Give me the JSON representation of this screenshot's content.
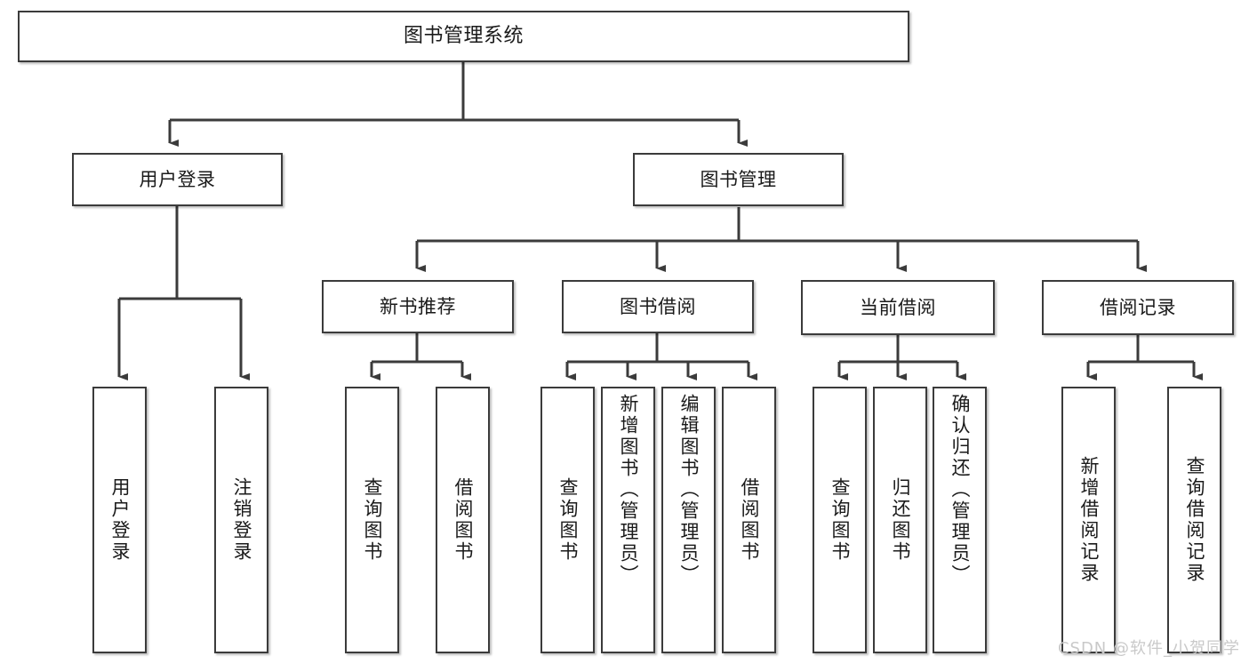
{
  "diagram": {
    "type": "tree",
    "title": "图书管理系统",
    "root": {
      "label": "图书管理系统"
    },
    "level1": [
      {
        "label": "用户登录"
      },
      {
        "label": "图书管理"
      }
    ],
    "level2": [
      {
        "label": "新书推荐"
      },
      {
        "label": "图书借阅"
      },
      {
        "label": "当前借阅"
      },
      {
        "label": "借阅记录"
      }
    ],
    "leaves": {
      "user_login": [
        {
          "label": "用户登录"
        },
        {
          "label": "注销登录"
        }
      ],
      "new_book_recommend": [
        {
          "label": "查询图书"
        },
        {
          "label": "借阅图书"
        }
      ],
      "book_borrow": [
        {
          "label": "查询图书"
        },
        {
          "label": "新增图书（管理员）"
        },
        {
          "label": "编辑图书（管理员）"
        },
        {
          "label": "借阅图书"
        }
      ],
      "current_borrow": [
        {
          "label": "查询图书"
        },
        {
          "label": "归还图书"
        },
        {
          "label": "确认归还（管理员）"
        }
      ],
      "borrow_record": [
        {
          "label": "新增借阅记录"
        },
        {
          "label": "查询借阅记录"
        }
      ]
    },
    "watermark": "CSDN @软件_小贺同学",
    "colors": {
      "stroke": "#3b3b3b",
      "fill": "#ffffff",
      "text": "#1a1a1a",
      "watermark": "#c9c9c9"
    }
  }
}
